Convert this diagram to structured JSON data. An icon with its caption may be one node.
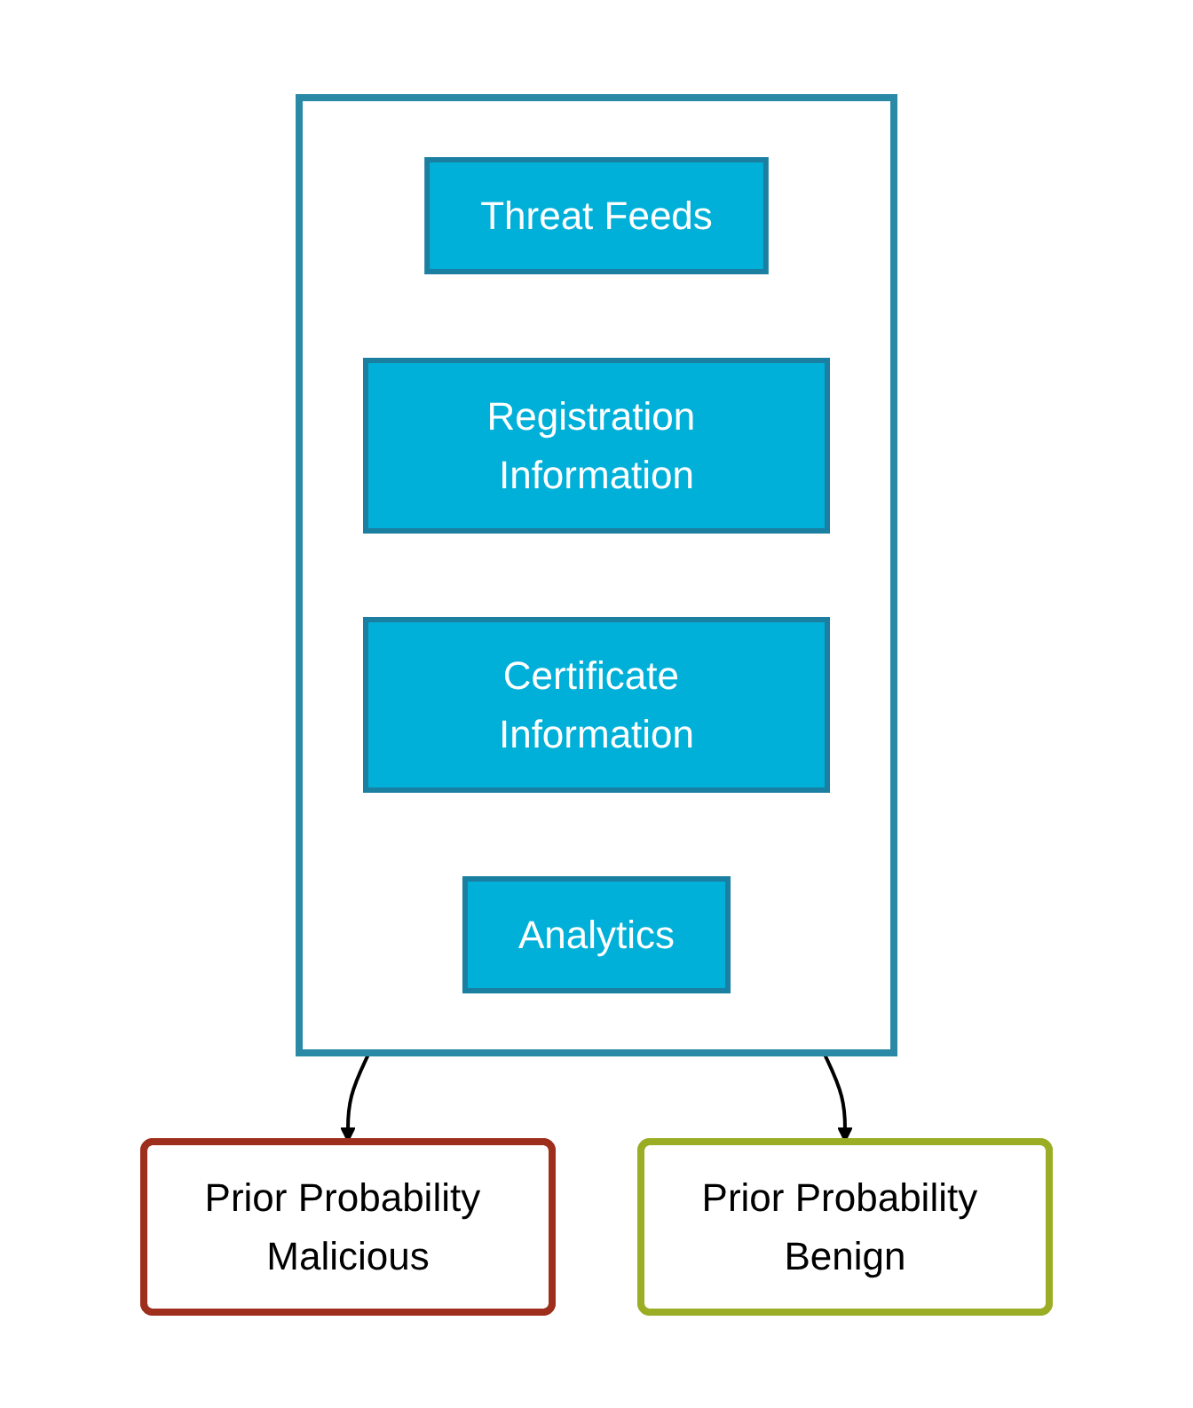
{
  "diagram": {
    "nodes": [
      {
        "text": [],
        "shape": "cloud"
      },
      {
        "text": [
          "Threat Feeds"
        ],
        "in": 0
      },
      {
        "text": [
          "Registration Information"
        ],
        "in": 0
      },
      {
        "text": [
          "Certificate Information"
        ],
        "in": 0
      },
      {
        "text": [
          "Analytics"
        ],
        "in": 0
      },
      {
        "text": [
          "Prior Probability Malicious"
        ]
      },
      {
        "text": [
          "Prior Probability Benign"
        ]
      }
    ],
    "edges": [
      {
        "from": 0,
        "to": 5,
        "arrow": "to"
      },
      {
        "from": 0,
        "to": 6,
        "arrow": "to"
      }
    ]
  }
}
